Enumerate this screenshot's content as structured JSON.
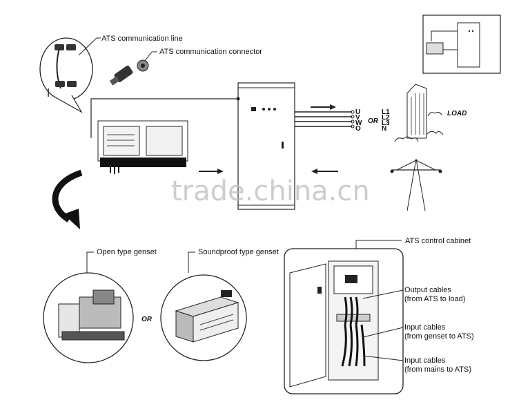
{
  "labels": {
    "ats_comm_line": "ATS communication line",
    "ats_comm_connector": "ATS communication connector",
    "uvwo": [
      "U",
      "V",
      "W",
      "O"
    ],
    "or_middle": "OR",
    "l123n": [
      "L1",
      "L2",
      "L3",
      "N"
    ],
    "load": "LOAD",
    "open_genset": "Open type genset",
    "soundproof_genset": "Soundproof type genset",
    "or_bottom": "OR",
    "ats_cabinet": "ATS control cabinet",
    "output_cables": "Output cables",
    "output_cables_sub": "(from ATS to load)",
    "input_genset": "Input cables",
    "input_genset_sub": "(from genset to ATS)",
    "input_mains": "Input cables",
    "input_mains_sub": "(from mains to ATS)"
  },
  "watermark": "trade.china.cn",
  "colors": {
    "line": "#222222",
    "bg": "#ffffff",
    "watermark": "#bdbdbd"
  }
}
